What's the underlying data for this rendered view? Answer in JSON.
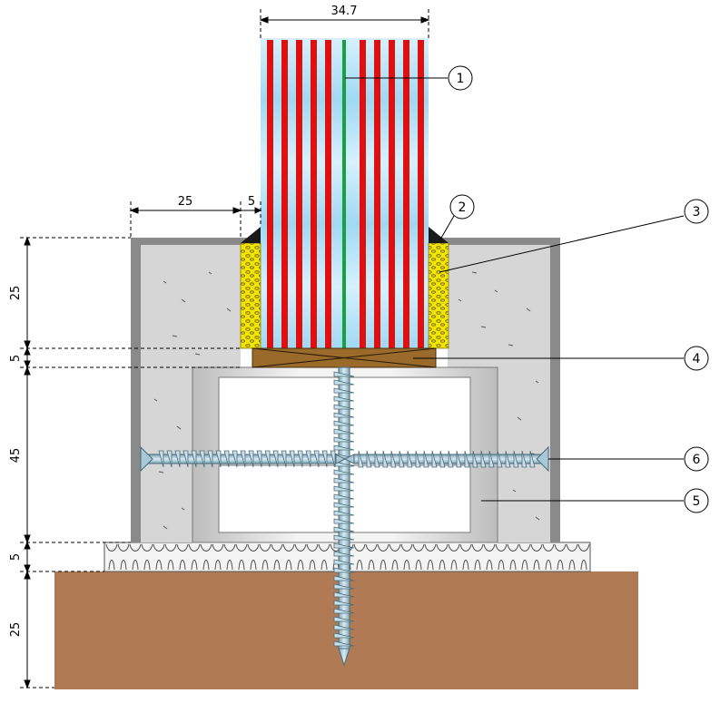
{
  "dimensions": {
    "top_width": "34.7",
    "left_width": "25",
    "gap_width": "5",
    "v_25_top": "25",
    "v_5_upper": "5",
    "v_45": "45",
    "v_5_lower": "5",
    "v_25_bottom": "25"
  },
  "callouts": [
    "1",
    "2",
    "3",
    "4",
    "5",
    "6"
  ],
  "colors": {
    "glass_blue": "#b8e4f7",
    "stripe_red": "#e01010",
    "stripe_green": "#1aa040",
    "insulation_yellow": "#f2e600",
    "timber_brown": "#9a6a2a",
    "soil_brown": "#b07a55",
    "concrete_grey": "#d6d6d6",
    "frame_grey": "#8a8a8a",
    "screw_blue": "#a9c8d8",
    "sealant_black": "#1a1a1a"
  }
}
